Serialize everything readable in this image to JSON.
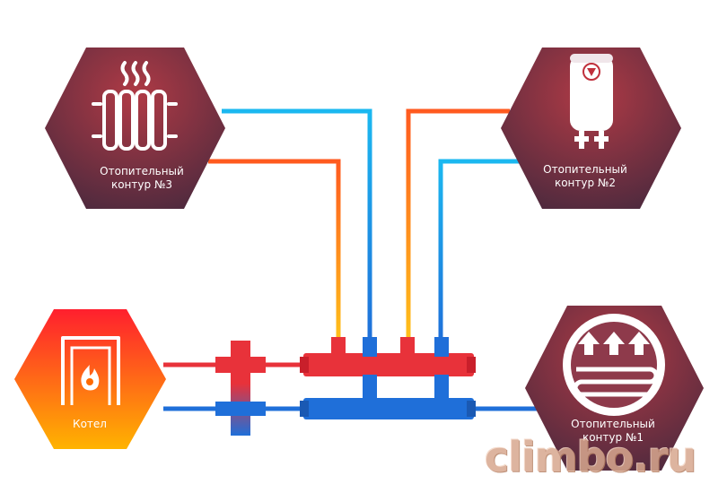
{
  "circuit3": {
    "line1": "Отопительный",
    "line2": "контур  №3",
    "icon": "radiator-icon"
  },
  "circuit2": {
    "line1": "Отопительный",
    "line2": "контур  №2",
    "icon": "water-heater-icon"
  },
  "circuit1": {
    "line1": "Отопительный",
    "line2": "контур  №1",
    "icon": "underfloor-heating-icon"
  },
  "boiler": {
    "label": "Котел",
    "icon": "boiler-flame-icon"
  },
  "watermark": "climbo.ru",
  "colors": {
    "hot": "#e8323a",
    "cold": "#1f6fd9",
    "hexDark": "#5a2d3f",
    "hexLight": "#b03a45"
  }
}
